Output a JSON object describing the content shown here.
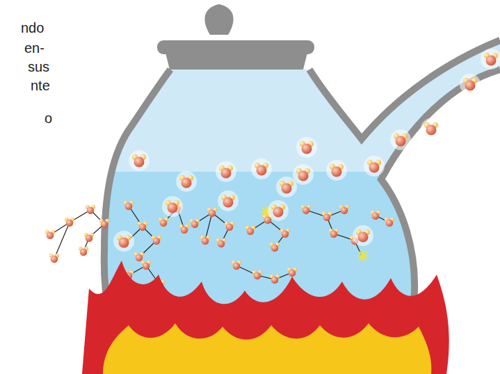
{
  "diagram": {
    "labels": [
      "ndo",
      "en-",
      "sus",
      "nte",
      "o"
    ]
  }
}
